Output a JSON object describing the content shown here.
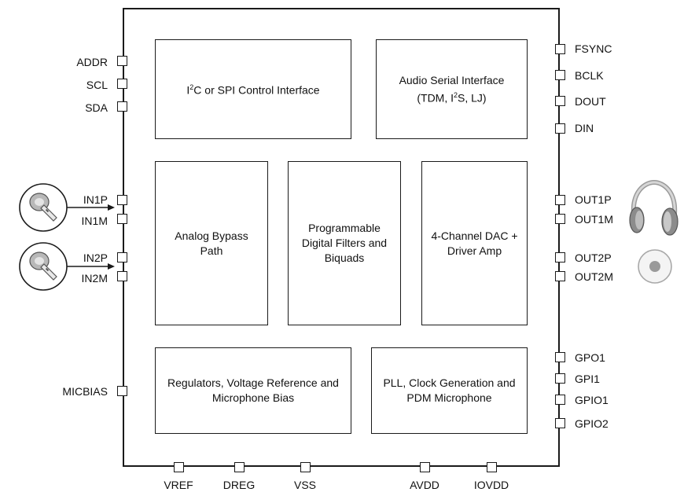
{
  "blocks": {
    "control_interface": {
      "line1_pre": "I",
      "line1_sup": "2",
      "line1_post": "C or SPI Control Interface"
    },
    "audio_serial": {
      "line1": "Audio Serial Interface",
      "line2_pre": "(TDM, I",
      "line2_sup": "2",
      "line2_post": "S, LJ)"
    },
    "analog_bypass": {
      "label": "Analog Bypass Path"
    },
    "filters": {
      "label": "Programmable Digital Filters and Biquads"
    },
    "dac": {
      "label": "4-Channel DAC + Driver Amp"
    },
    "regulators": {
      "label": "Regulators, Voltage Reference and Microphone Bias"
    },
    "pll": {
      "label": "PLL, Clock Generation and PDM Microphone"
    }
  },
  "pins": {
    "left": [
      "ADDR",
      "SCL",
      "SDA",
      "IN1P",
      "IN1M",
      "IN2P",
      "IN2M",
      "MICBIAS"
    ],
    "right": [
      "FSYNC",
      "BCLK",
      "DOUT",
      "DIN",
      "OUT1P",
      "OUT1M",
      "OUT2P",
      "OUT2M",
      "GPO1",
      "GPI1",
      "GPIO1",
      "GPIO2"
    ],
    "bottom": [
      "VREF",
      "DREG",
      "VSS",
      "AVDD",
      "IOVDD"
    ]
  },
  "icons": {
    "mic1": "microphone-icon",
    "mic2": "microphone-icon",
    "headphones": "headphones-icon",
    "speaker": "speaker-icon"
  }
}
